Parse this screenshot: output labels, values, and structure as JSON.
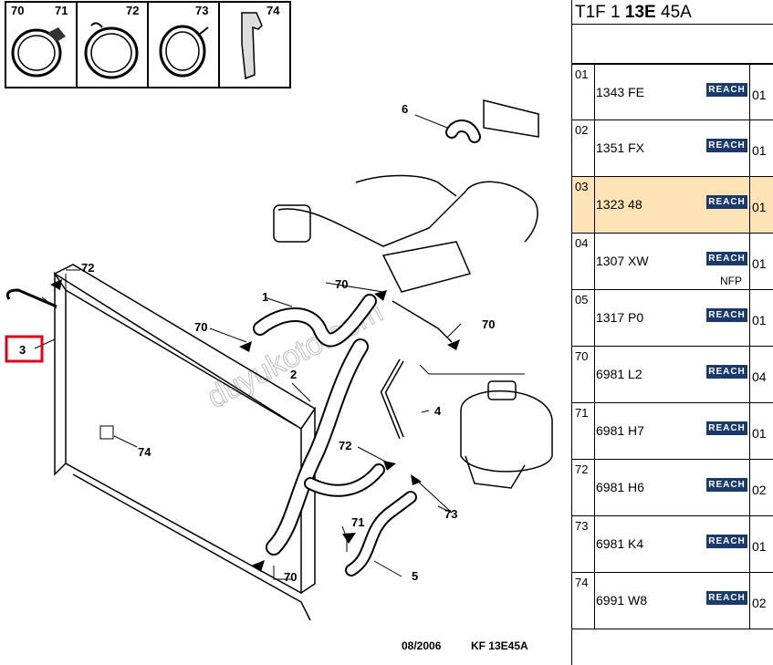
{
  "diagram": {
    "clamps": [
      {
        "num": "70",
        "icon": "wire-clamp-icon"
      },
      {
        "num": "71",
        "icon": "screw-clamp-icon"
      },
      {
        "num": "72",
        "icon": "band-clamp-icon"
      },
      {
        "num": "73",
        "icon": "spring-clamp-icon"
      },
      {
        "num": "74",
        "icon": "clip-icon"
      }
    ],
    "labels": {
      "l1": "1",
      "l2": "2",
      "l3": "3",
      "l4": "4",
      "l5": "5",
      "l6": "6",
      "l70a": "70",
      "l70b": "70",
      "l70c": "70",
      "l70d": "70",
      "l71": "71",
      "l72a": "72",
      "l72b": "72",
      "l73": "73",
      "l74": "74"
    },
    "watermark": "duyukoto.com",
    "footer_date": "08/2006",
    "footer_ref": "KF 13E45A"
  },
  "panel": {
    "title_prefix": "T1F 1 ",
    "title_bold": "13E",
    "title_suffix": " 45A",
    "rows": [
      {
        "idx": "01",
        "ref": "1343 FE",
        "badge": "REACH",
        "qty": "01",
        "note": ""
      },
      {
        "idx": "02",
        "ref": "1351 FX",
        "badge": "REACH",
        "qty": "01",
        "note": ""
      },
      {
        "idx": "03",
        "ref": "1323 48",
        "badge": "REACH",
        "qty": "01",
        "note": ""
      },
      {
        "idx": "04",
        "ref": "1307 XW",
        "badge": "REACH",
        "qty": "01",
        "note": "NFP"
      },
      {
        "idx": "05",
        "ref": "1317 P0",
        "badge": "REACH",
        "qty": "01",
        "note": ""
      },
      {
        "idx": "70",
        "ref": "6981 L2",
        "badge": "REACH",
        "qty": "04",
        "note": ""
      },
      {
        "idx": "71",
        "ref": "6981 H7",
        "badge": "REACH",
        "qty": "01",
        "note": ""
      },
      {
        "idx": "72",
        "ref": "6981 H6",
        "badge": "REACH",
        "qty": "02",
        "note": ""
      },
      {
        "idx": "73",
        "ref": "6981 K4",
        "badge": "REACH",
        "qty": "01",
        "note": ""
      },
      {
        "idx": "74",
        "ref": "6991 W8",
        "badge": "REACH",
        "qty": "02",
        "note": ""
      }
    ]
  },
  "colors": {
    "highlight_row": "#fde3b6",
    "highlight_box": "#e0001b",
    "reach_badge": "#1a3a6b"
  }
}
